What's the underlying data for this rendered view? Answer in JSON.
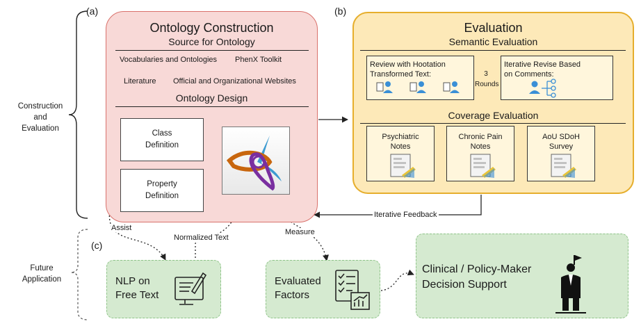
{
  "labels": {
    "a": "(a)",
    "b": "(b)",
    "c": "(c)",
    "construction_evaluation": [
      "Construction",
      "and",
      "Evaluation"
    ],
    "future_application": [
      "Future",
      "Application"
    ]
  },
  "construction": {
    "title": "Ontology Construction",
    "source_title": "Source for Ontology",
    "sources": [
      "Vocabularies and Ontologies",
      "PhenX Toolkit",
      "Literature",
      "Official and Organizational Websites"
    ],
    "design_title": "Ontology Design",
    "class_def": [
      "Class",
      "Definition"
    ],
    "property_def": [
      "Property",
      "Definition"
    ]
  },
  "evaluation": {
    "title": "Evaluation",
    "semantic_title": "Semantic Evaluation",
    "review": [
      "Review with Hootation",
      "Transformed Text:"
    ],
    "rounds": [
      "3",
      "Rounds"
    ],
    "iterative_revise": [
      "Iterative Revise Based",
      "on Comments:"
    ],
    "coverage_title": "Coverage Evaluation",
    "notes": [
      [
        "Psychiatric",
        "Notes"
      ],
      [
        "Chronic Pain",
        "Notes"
      ],
      [
        "AoU SDoH",
        "Survey"
      ]
    ]
  },
  "feedback_label": "Iterative Feedback",
  "edge_labels": {
    "assist": "Assist",
    "normalized_text": "Normalized Text",
    "measure": "Measure"
  },
  "future": {
    "nlp": [
      "NLP on",
      "Free Text"
    ],
    "factors": [
      "Evaluated",
      "Factors"
    ],
    "decision": [
      "Clinical / Policy-Maker",
      "Decision Support"
    ]
  },
  "colors": {
    "pink_fill": "#f8d9d7",
    "pink_border": "#d9716b",
    "yellow_fill": "#fde9b8",
    "yellow_border": "#e6ae2c",
    "green_fill": "#d5ead0",
    "green_border": "#8fc489",
    "icon_blue": "#3a8fd6",
    "logo_orange": "#c8660e",
    "logo_purple": "#7a2fa0",
    "logo_teal": "#3d9bd1"
  },
  "icons": [
    "review-person-icon",
    "revise-person-icon",
    "document-icon",
    "computer-pen-icon",
    "checklist-chart-icon",
    "businessman-icon",
    "ontology-logo"
  ]
}
